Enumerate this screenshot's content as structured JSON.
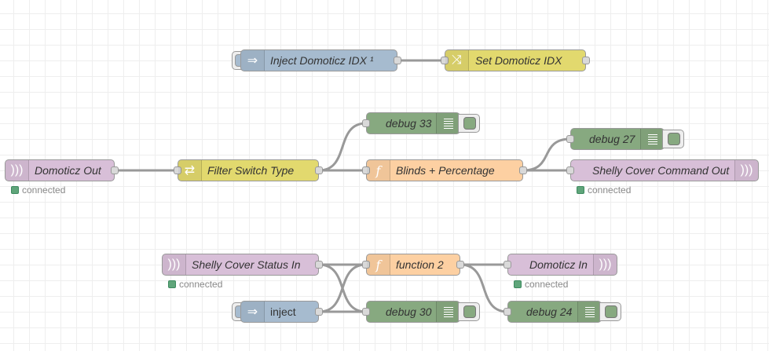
{
  "colors": {
    "inject": "#a6bbcf",
    "change": "#e2d96e",
    "switch": "#e2d96e",
    "debug": "#87a980",
    "function": "#fdd0a2",
    "mqtt": "#d8bfd8",
    "status_connected": "#5fa57a",
    "wire": "#999999",
    "grid": "#eeeeee"
  },
  "nodes": {
    "inject_domoticz": {
      "label": "Inject Domoticz IDX ¹",
      "icon": "arrow-right-icon"
    },
    "set_domoticz_idx": {
      "label": "Set Domoticz IDX",
      "icon": "shuffle-icon"
    },
    "domoticz_out": {
      "label": "Domoticz Out",
      "icon": "wifi-icon",
      "status": "connected"
    },
    "filter_switch": {
      "label": "Filter Switch Type",
      "icon": "switch-icon"
    },
    "debug_33": {
      "label": "debug 33",
      "icon": "list-icon"
    },
    "blinds": {
      "label": "Blinds + Percentage",
      "icon": "function-icon",
      "icon_glyph": "f"
    },
    "debug_27": {
      "label": "debug 27",
      "icon": "list-icon"
    },
    "shelly_cmd_out": {
      "label": "Shelly Cover Command Out",
      "icon": "wifi-icon",
      "status": "connected"
    },
    "shelly_status_in": {
      "label": "Shelly Cover Status In",
      "icon": "wifi-icon",
      "status": "connected"
    },
    "function_2": {
      "label": "function 2",
      "icon": "function-icon",
      "icon_glyph": "f"
    },
    "domoticz_in": {
      "label": "Domoticz In",
      "icon": "wifi-icon",
      "status": "connected"
    },
    "inject": {
      "label": "inject",
      "icon": "arrow-right-icon"
    },
    "debug_30": {
      "label": "debug 30",
      "icon": "list-icon"
    },
    "debug_24": {
      "label": "debug 24",
      "icon": "list-icon"
    }
  }
}
